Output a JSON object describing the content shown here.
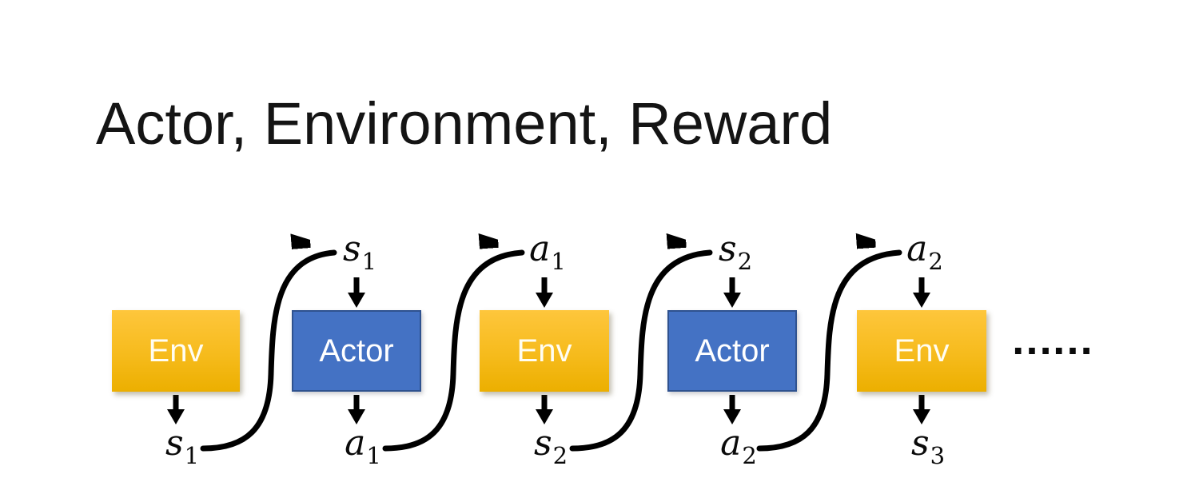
{
  "slide": {
    "title": "Actor, Environment, Reward"
  },
  "diagram": {
    "boxes": [
      {
        "id": "env-1",
        "type": "env",
        "label": "Env"
      },
      {
        "id": "actor-1",
        "type": "actor",
        "label": "Actor"
      },
      {
        "id": "env-2",
        "type": "env",
        "label": "Env"
      },
      {
        "id": "actor-2",
        "type": "actor",
        "label": "Actor"
      },
      {
        "id": "env-3",
        "type": "env",
        "label": "Env"
      }
    ],
    "top_labels": [
      {
        "letter": "s",
        "sub": "1"
      },
      {
        "letter": "a",
        "sub": "1"
      },
      {
        "letter": "s",
        "sub": "2"
      },
      {
        "letter": "a",
        "sub": "2"
      }
    ],
    "bottom_labels": [
      {
        "letter": "s",
        "sub": "1"
      },
      {
        "letter": "a",
        "sub": "1"
      },
      {
        "letter": "s",
        "sub": "2"
      },
      {
        "letter": "a",
        "sub": "2"
      },
      {
        "letter": "s",
        "sub": "3"
      }
    ],
    "ellipsis": "……",
    "colors": {
      "env_gradient_top": "#FEC63C",
      "env_gradient_bottom": "#ECAF00",
      "actor_fill": "#4472C4",
      "actor_border": "#2F528F",
      "box_text": "#FFFFFF",
      "arrow": "#000000",
      "title_text": "#141414"
    }
  }
}
